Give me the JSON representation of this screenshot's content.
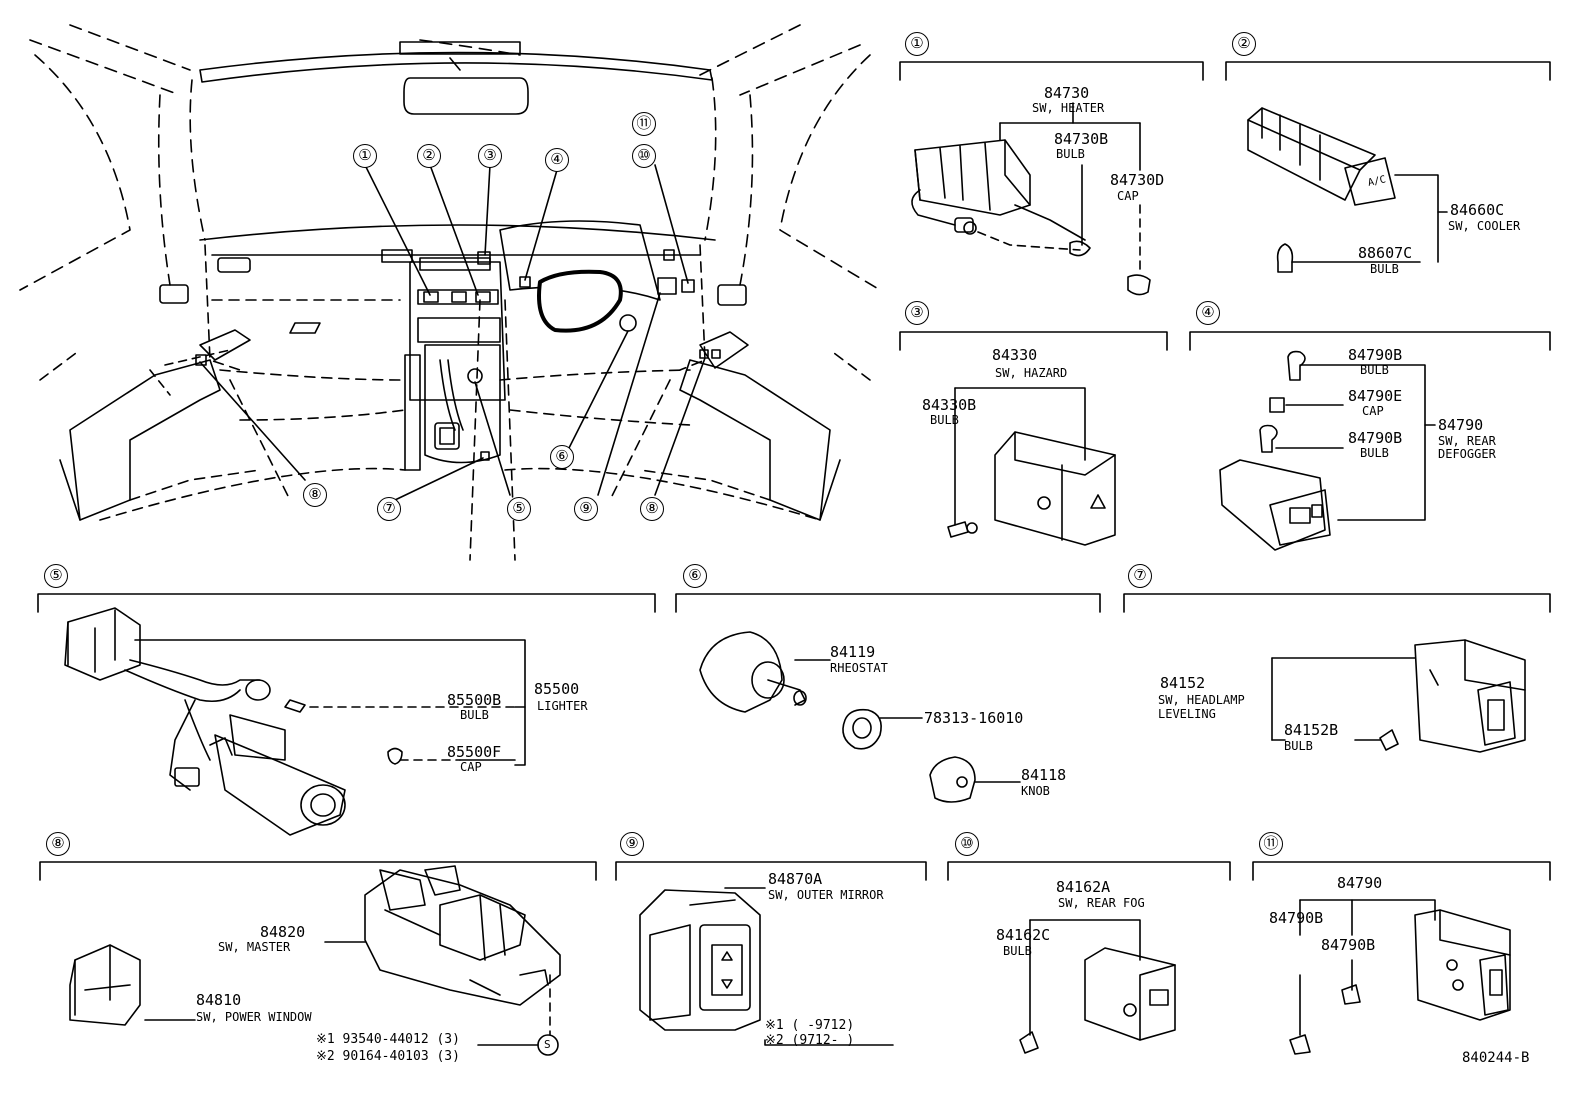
{
  "diagram_code": "840244-B",
  "watermark": "",
  "overview_callouts": [
    "①",
    "②",
    "③",
    "④",
    "⑤",
    "⑥",
    "⑦",
    "⑧",
    "⑨",
    "⑩",
    "⑪",
    "⑧"
  ],
  "sections": {
    "s1": {
      "num": "①",
      "parts": [
        {
          "no": "84730",
          "name": "SW, HEATER"
        },
        {
          "no": "84730B",
          "name": "BULB"
        },
        {
          "no": "84730D",
          "name": "CAP"
        }
      ]
    },
    "s2": {
      "num": "②",
      "parts": [
        {
          "no": "84660C",
          "name": "SW, COOLER"
        },
        {
          "no": "88607C",
          "name": "BULB"
        }
      ],
      "switch_text": "A/C"
    },
    "s3": {
      "num": "③",
      "parts": [
        {
          "no": "84330",
          "name": "SW, HAZARD"
        },
        {
          "no": "84330B",
          "name": "BULB"
        }
      ]
    },
    "s4": {
      "num": "④",
      "parts": [
        {
          "no": "84790B",
          "name": "BULB"
        },
        {
          "no": "84790E",
          "name": "CAP"
        },
        {
          "no": "84790B",
          "name": "BULB"
        },
        {
          "no": "84790",
          "name": "SW, REAR"
        },
        {
          "no": "",
          "name": "DEFOGGER"
        }
      ]
    },
    "s5": {
      "num": "⑤",
      "parts": [
        {
          "no": "85500B",
          "name": "BULB"
        },
        {
          "no": "85500",
          "name": "LIGHTER"
        },
        {
          "no": "85500F",
          "name": "CAP"
        }
      ]
    },
    "s6": {
      "num": "⑥",
      "parts": [
        {
          "no": "84119",
          "name": "RHEOSTAT"
        },
        {
          "no": "78313-16010",
          "name": ""
        },
        {
          "no": "84118",
          "name": "KNOB"
        }
      ]
    },
    "s7": {
      "num": "⑦",
      "parts": [
        {
          "no": "84152",
          "name": "SW, HEADLAMP"
        },
        {
          "no": "",
          "name": "LEVELING"
        },
        {
          "no": "84152B",
          "name": "BULB"
        }
      ]
    },
    "s8": {
      "num": "⑧",
      "parts": [
        {
          "no": "84820",
          "name": "SW, MASTER"
        },
        {
          "no": "84810",
          "name": "SW, POWER WINDOW"
        }
      ],
      "notes": [
        "※1 93540-44012 (3)",
        "※2 90164-40103 (3)"
      ],
      "fastener": "S"
    },
    "s9": {
      "num": "⑨",
      "parts": [
        {
          "no": "84870A",
          "name": "SW, OUTER MIRROR"
        }
      ],
      "notes": [
        "※1 (     -9712)",
        "※2 (9712-     )"
      ]
    },
    "s10": {
      "num": "⑩",
      "parts": [
        {
          "no": "84162A",
          "name": "SW, REAR FOG"
        },
        {
          "no": "84162C",
          "name": "BULB"
        }
      ]
    },
    "s11": {
      "num": "⑪",
      "parts": [
        {
          "no": "84790",
          "name": ""
        },
        {
          "no": "84790B",
          "name": ""
        },
        {
          "no": "84790B",
          "name": ""
        }
      ]
    }
  }
}
